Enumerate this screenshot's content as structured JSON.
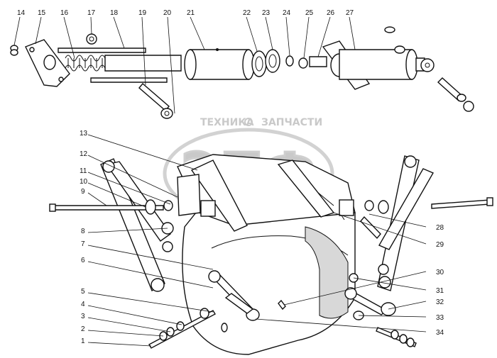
{
  "watermark": {
    "top_text": "ТЕХНИКА",
    "top_text_right": "ЗАПЧАСТИ",
    "logo_text": "ЭПФ",
    "color": "#c9c9c9"
  },
  "callouts": [
    {
      "id": "1",
      "label": "1"
    },
    {
      "id": "2",
      "label": "2"
    },
    {
      "id": "3",
      "label": "3"
    },
    {
      "id": "4",
      "label": "4"
    },
    {
      "id": "5",
      "label": "5"
    },
    {
      "id": "6",
      "label": "6"
    },
    {
      "id": "7",
      "label": "7"
    },
    {
      "id": "8",
      "label": "8"
    },
    {
      "id": "9",
      "label": "9"
    },
    {
      "id": "10",
      "label": "10"
    },
    {
      "id": "11",
      "label": "11"
    },
    {
      "id": "12",
      "label": "12"
    },
    {
      "id": "13",
      "label": "13"
    },
    {
      "id": "14",
      "label": "14"
    },
    {
      "id": "15",
      "label": "15"
    },
    {
      "id": "16",
      "label": "16"
    },
    {
      "id": "17",
      "label": "17"
    },
    {
      "id": "18",
      "label": "18"
    },
    {
      "id": "19",
      "label": "19"
    },
    {
      "id": "20",
      "label": "20"
    },
    {
      "id": "21",
      "label": "21"
    },
    {
      "id": "22",
      "label": "22"
    },
    {
      "id": "23",
      "label": "23"
    },
    {
      "id": "24",
      "label": "24"
    },
    {
      "id": "25",
      "label": "25"
    },
    {
      "id": "26",
      "label": "26"
    },
    {
      "id": "27",
      "label": "27"
    },
    {
      "id": "28",
      "label": "28"
    },
    {
      "id": "29",
      "label": "29"
    },
    {
      "id": "30",
      "label": "30"
    },
    {
      "id": "31",
      "label": "31"
    },
    {
      "id": "32",
      "label": "32"
    },
    {
      "id": "33",
      "label": "33"
    },
    {
      "id": "34",
      "label": "34"
    }
  ]
}
